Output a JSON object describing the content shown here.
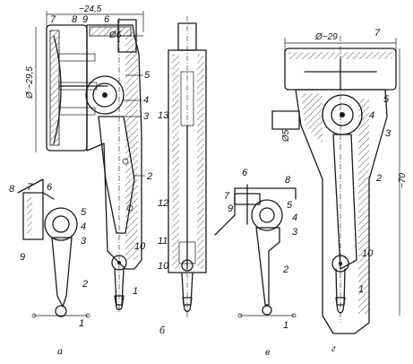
{
  "dimensions": {
    "a_width": "~24,5",
    "a_height": "Ø ~29,5",
    "a_hole": "Ø5",
    "g_width": "Ø~29",
    "g_height": "~70",
    "g_hole": "Ø5"
  },
  "captions": {
    "a": "а",
    "b": "б",
    "c": "в",
    "d": "г"
  },
  "part_numbers": {
    "n1": "1",
    "n2": "2",
    "n3": "3",
    "n4": "4",
    "n5": "5",
    "n6": "6",
    "n7": "7",
    "n8": "8",
    "n9": "9",
    "n10": "10",
    "n11": "11",
    "n12": "12",
    "n13": "13"
  }
}
